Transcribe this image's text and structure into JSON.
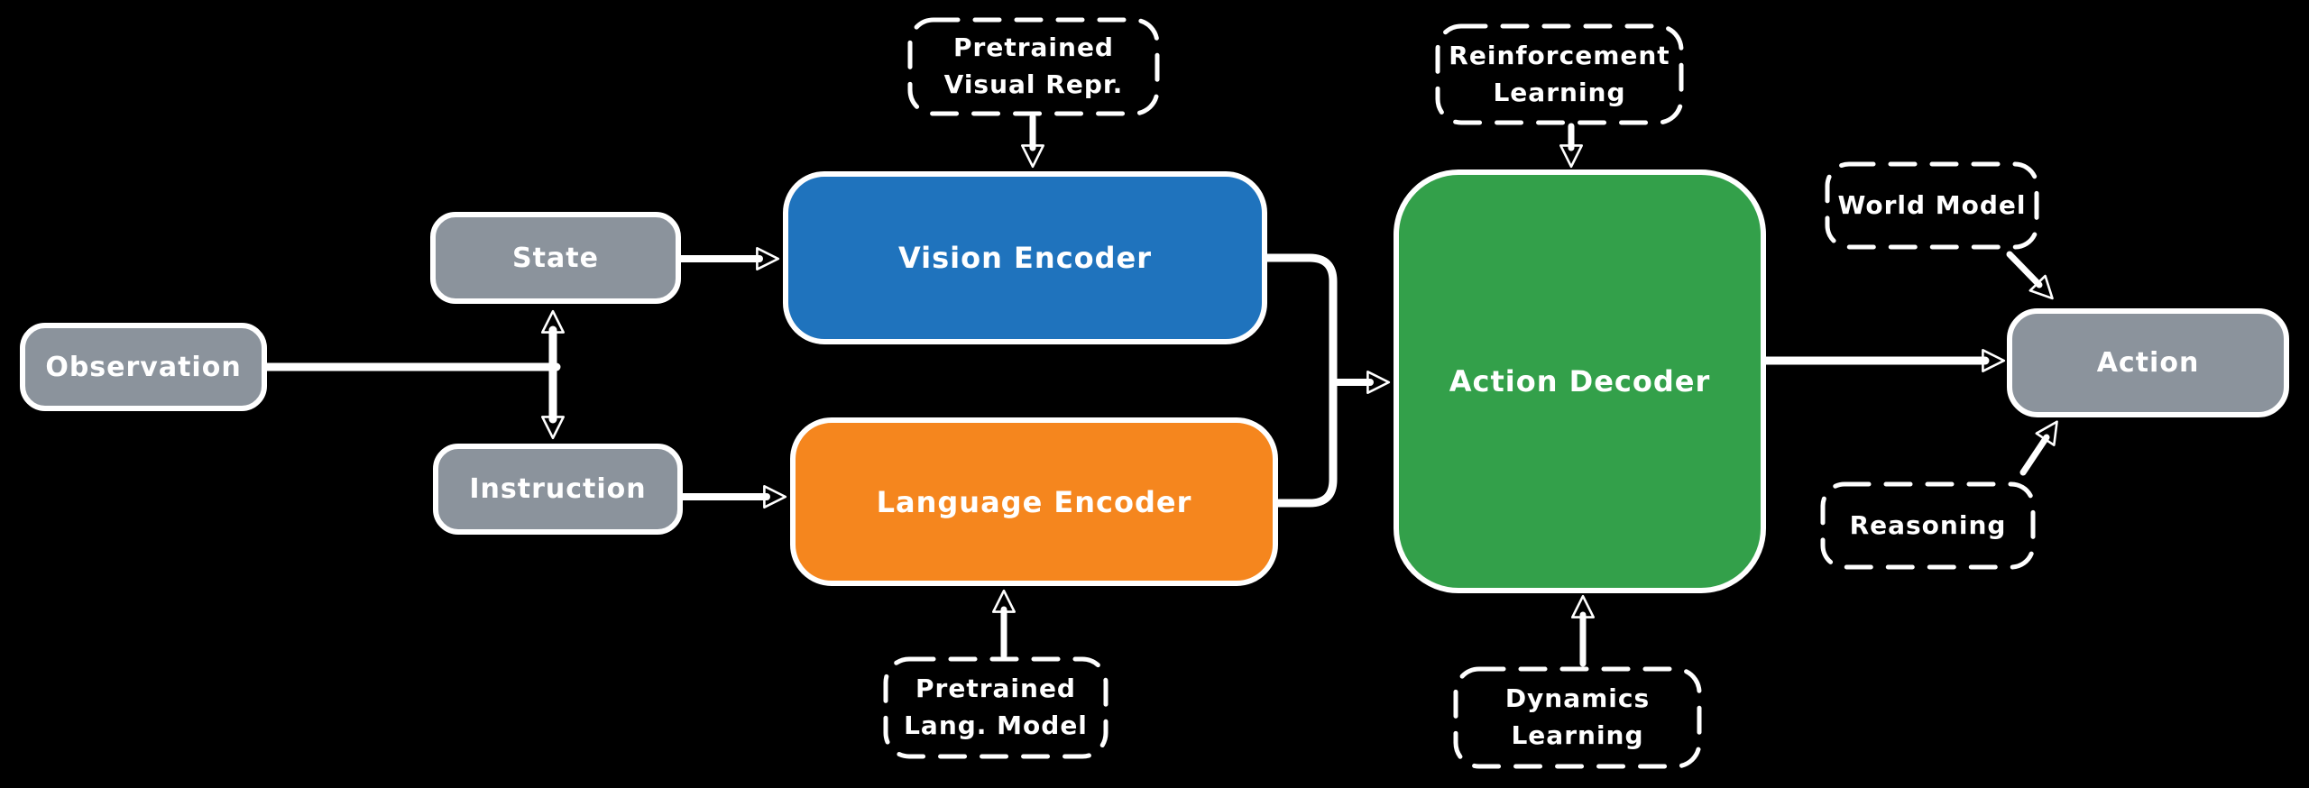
{
  "diagram": {
    "background": "black",
    "style": "hand-drawn flowchart (excalidraw-like), white strokes on black"
  },
  "colors": {
    "background": "#000000",
    "box_gray": "#8b939c",
    "box_blue": "#1f73bd",
    "box_orange": "#f5861e",
    "box_green": "#33a04a",
    "stroke_white": "#ffffff"
  },
  "nodes": {
    "observation": {
      "label": "Observation",
      "type": "solid-gray"
    },
    "state": {
      "label": "State",
      "type": "solid-gray"
    },
    "instruction": {
      "label": "Instruction",
      "type": "solid-gray"
    },
    "vision_encoder": {
      "label": "Vision Encoder",
      "type": "solid-blue"
    },
    "language_encoder": {
      "label": "Language Encoder",
      "type": "solid-orange"
    },
    "action_decoder": {
      "label": "Action Decoder",
      "type": "solid-green"
    },
    "action": {
      "label": "Action",
      "type": "solid-gray"
    },
    "pretrained_visual": {
      "label": "Pretrained\nVisual Repr.",
      "type": "dashed"
    },
    "pretrained_lang": {
      "label": "Pretrained\nLang. Model",
      "type": "dashed"
    },
    "reinforcement": {
      "label": "Reinforcement\nLearning",
      "type": "dashed"
    },
    "dynamics": {
      "label": "Dynamics\nLearning",
      "type": "dashed"
    },
    "world_model": {
      "label": "World Model",
      "type": "dashed"
    },
    "reasoning": {
      "label": "Reasoning",
      "type": "dashed"
    }
  },
  "edges": [
    {
      "from": "observation",
      "to": "state/instruction junction",
      "arrow": "none"
    },
    {
      "from": "state",
      "to": "instruction",
      "arrow": "both"
    },
    {
      "from": "state",
      "to": "vision_encoder",
      "arrow": "end"
    },
    {
      "from": "instruction",
      "to": "language_encoder",
      "arrow": "end"
    },
    {
      "from": "pretrained_visual",
      "to": "vision_encoder",
      "arrow": "end"
    },
    {
      "from": "pretrained_lang",
      "to": "language_encoder",
      "arrow": "end"
    },
    {
      "from": "vision_encoder + language_encoder (merge)",
      "to": "action_decoder",
      "arrow": "end"
    },
    {
      "from": "reinforcement",
      "to": "action_decoder",
      "arrow": "end"
    },
    {
      "from": "dynamics",
      "to": "action_decoder",
      "arrow": "end"
    },
    {
      "from": "action_decoder",
      "to": "action",
      "arrow": "end"
    },
    {
      "from": "world_model",
      "to": "action",
      "arrow": "end"
    },
    {
      "from": "reasoning",
      "to": "action",
      "arrow": "end"
    }
  ]
}
